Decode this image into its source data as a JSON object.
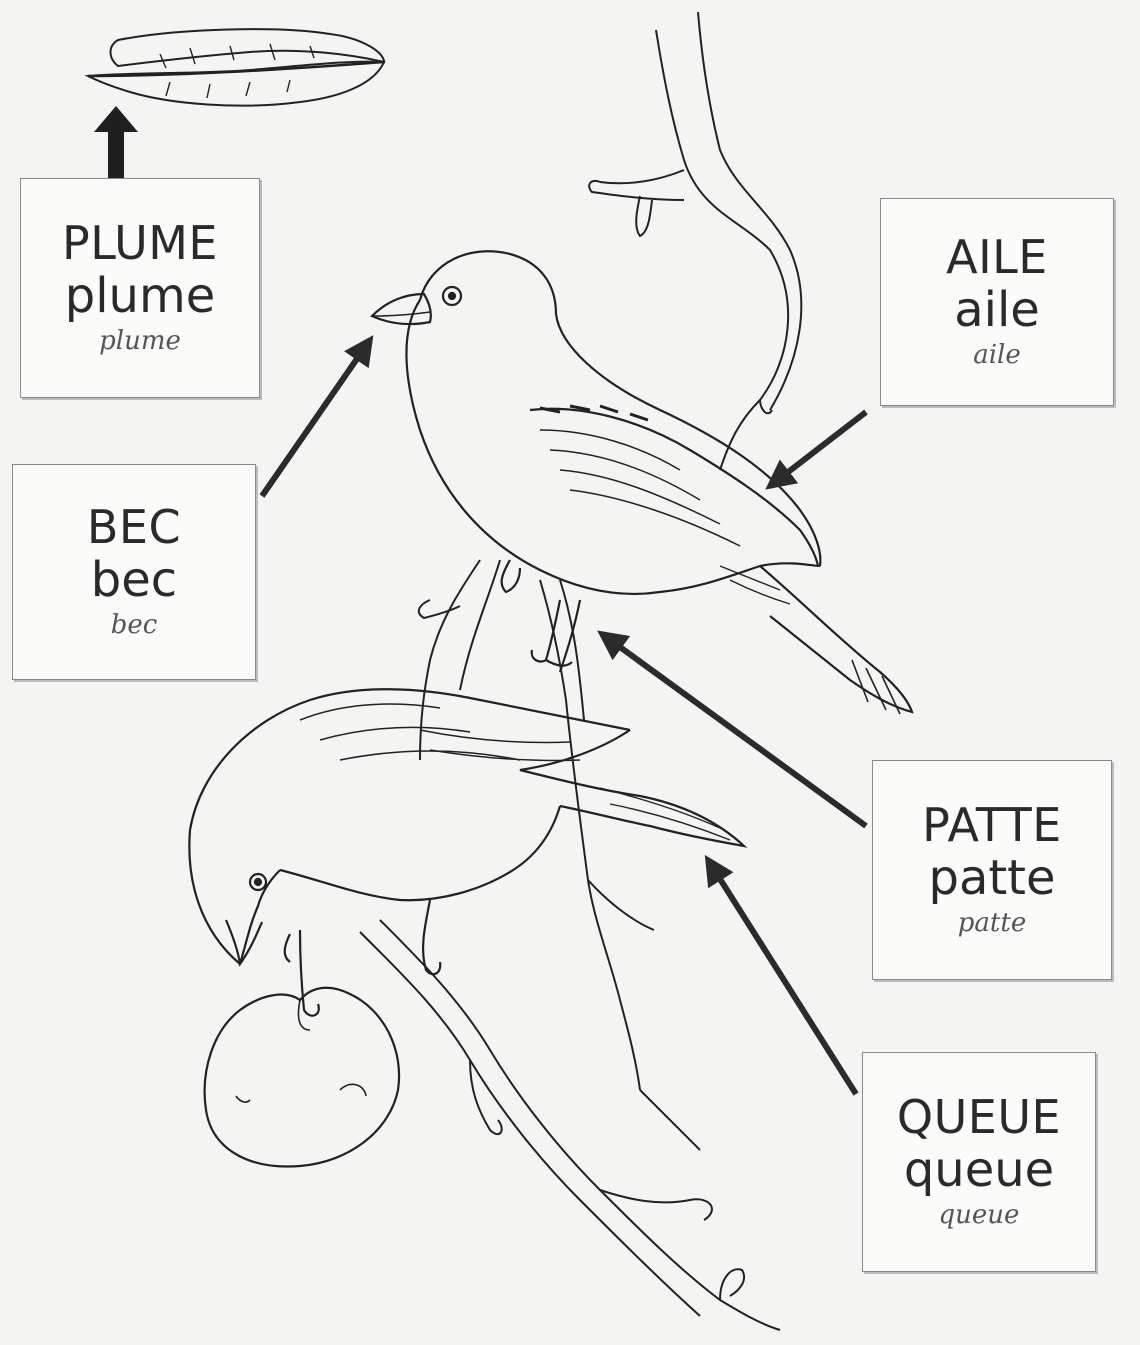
{
  "labels": {
    "plume": {
      "upper": "PLUME",
      "lower": "plume",
      "cursive": "plume"
    },
    "bec": {
      "upper": "BEC",
      "lower": "bec",
      "cursive": "bec"
    },
    "aile": {
      "upper": "AILE",
      "lower": "aile",
      "cursive": "aile"
    },
    "patte": {
      "upper": "PATTE",
      "lower": "patte",
      "cursive": "patte"
    },
    "queue": {
      "upper": "QUEUE",
      "lower": "queue",
      "cursive": "queue"
    }
  },
  "colors": {
    "ink": "#1f1f1f",
    "paper": "#f4f4f2",
    "arrow": "#2b2b2b"
  },
  "icons": [
    "feather-icon",
    "upper-bird-illustration",
    "lower-bird-illustration",
    "branch-illustration",
    "fruit-illustration"
  ]
}
